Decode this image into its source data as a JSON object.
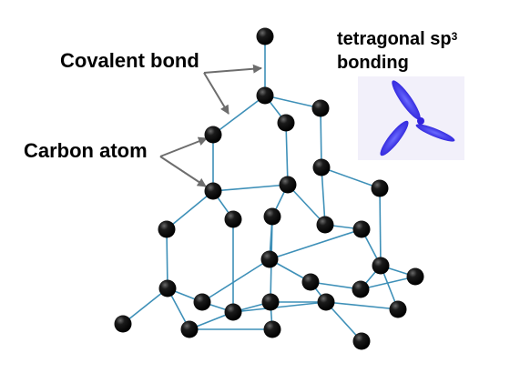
{
  "labels": {
    "covalent_bond": "Covalent bond",
    "carbon_atom": "Carbon atom",
    "tetragonal_line1": "tetragonal sp",
    "tetragonal_superscript": "3",
    "tetragonal_line2": "bonding"
  },
  "colors": {
    "bond": "#3e90b8",
    "atom": "#0a0a0a",
    "arrow": "#6d6d6d",
    "orbital": "#3322dd",
    "orbital_panel": "#f2f0fa"
  }
}
